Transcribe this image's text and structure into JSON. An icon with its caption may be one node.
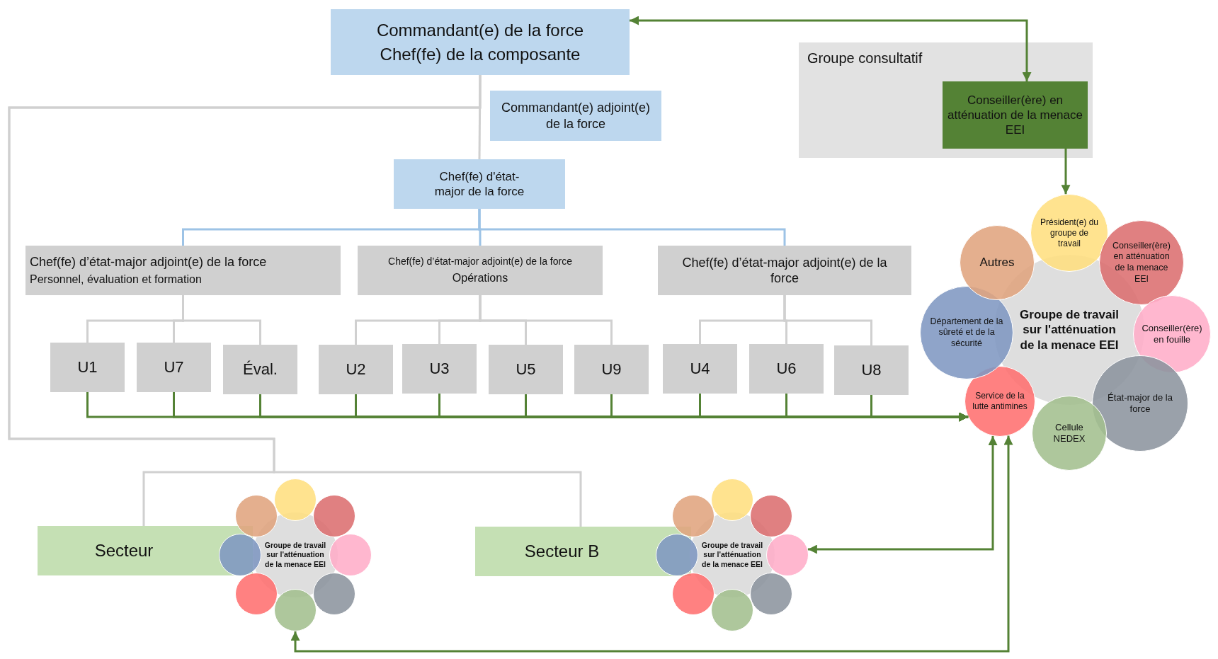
{
  "diagram": {
    "nodes": [
      {
        "text": [
          "Commandant(e) de la force",
          "Chef(fe) de la composante"
        ]
      },
      {
        "text": [
          "Commandant(e) adjoint(e) de la force"
        ]
      },
      {
        "text": [
          "Chef(fe) d'état-major de la force"
        ]
      },
      {
        "text": [
          "Chef(fe) d’état-major adjoint(e) de la force",
          "Personnel, évaluation et formation"
        ]
      },
      {
        "text": [
          "Chef(fe) d’état-major adjoint(e) de la force",
          "Opérations"
        ]
      },
      {
        "text": [
          "Chef(fe) d’état-major adjoint(e) de la force"
        ]
      },
      {
        "text": [
          "U1"
        ]
      },
      {
        "text": [
          "U7"
        ]
      },
      {
        "text": [
          "Éval."
        ]
      },
      {
        "text": [
          "U2"
        ]
      },
      {
        "text": [
          "U3"
        ]
      },
      {
        "text": [
          "U5"
        ]
      },
      {
        "text": [
          "U9"
        ]
      },
      {
        "text": [
          "U4"
        ]
      },
      {
        "text": [
          "U6"
        ]
      },
      {
        "text": [
          "U8"
        ]
      },
      {
        "text": [
          "Groupe consultatif"
        ]
      },
      {
        "text": [
          "Conseiller(ère) en atténuation de la menace EEI"
        ],
        "in": 16
      },
      {
        "text": [
          "Groupe de travail sur l'atténuation de la menace EEI"
        ]
      },
      {
        "text": [
          "Président(e) du groupe de travail"
        ]
      },
      {
        "text": [
          "Conseiller(ère) en atténuation de la menace EEI"
        ]
      },
      {
        "text": [
          "Conseiller(ère) en fouille"
        ]
      },
      {
        "text": [
          "État-major de la force"
        ]
      },
      {
        "text": [
          "Cellule NEDEX"
        ]
      },
      {
        "text": [
          "Service de la lutte antimines"
        ]
      },
      {
        "text": [
          "Département de la sûreté et de la sécurité"
        ]
      },
      {
        "text": [
          "Autres"
        ]
      },
      {
        "text": [
          "Secteur"
        ]
      },
      {
        "text": [
          "Groupe de travail sur l'atténuation de la menace EEI"
        ]
      },
      {
        "text": [],
        "shape": "circle"
      },
      {
        "text": [],
        "shape": "circle"
      },
      {
        "text": [],
        "shape": "circle"
      },
      {
        "text": [],
        "shape": "circle"
      },
      {
        "text": [],
        "shape": "circle"
      },
      {
        "text": [],
        "shape": "circle"
      },
      {
        "text": [],
        "shape": "circle"
      },
      {
        "text": [],
        "shape": "circle"
      },
      {
        "text": [
          "Secteur B"
        ]
      },
      {
        "text": [
          "Groupe de travail sur l'atténuation de la menace EEI"
        ]
      },
      {
        "text": [],
        "shape": "circle"
      },
      {
        "text": [],
        "shape": "circle"
      },
      {
        "text": [],
        "shape": "circle"
      },
      {
        "text": [],
        "shape": "circle"
      },
      {
        "text": [],
        "shape": "circle"
      },
      {
        "text": [],
        "shape": "circle"
      },
      {
        "text": [],
        "shape": "circle"
      },
      {
        "text": [],
        "shape": "circle"
      }
    ],
    "edges": [
      {
        "from": 0,
        "to": 2,
        "arrow": "none",
        "color": "#d0d0d0"
      },
      {
        "from": 0,
        "to": 27,
        "arrow": "none",
        "color": "#d0d0d0"
      },
      {
        "from": 0,
        "to": 37,
        "arrow": "none",
        "color": "#d0d0d0"
      },
      {
        "from": 2,
        "to": 3,
        "arrow": "none",
        "color": "#9dc3e6"
      },
      {
        "from": 2,
        "to": 4,
        "arrow": "none",
        "color": "#9dc3e6"
      },
      {
        "from": 2,
        "to": 5,
        "arrow": "none",
        "color": "#9dc3e6"
      },
      {
        "from": 3,
        "to": 6,
        "arrow": "none",
        "color": "#d0d0d0"
      },
      {
        "from": 3,
        "to": 7,
        "arrow": "none",
        "color": "#d0d0d0"
      },
      {
        "from": 3,
        "to": 8,
        "arrow": "none",
        "color": "#d0d0d0"
      },
      {
        "from": 4,
        "to": 9,
        "arrow": "none",
        "color": "#d0d0d0"
      },
      {
        "from": 4,
        "to": 10,
        "arrow": "none",
        "color": "#d0d0d0"
      },
      {
        "from": 4,
        "to": 11,
        "arrow": "none",
        "color": "#d0d0d0"
      },
      {
        "from": 4,
        "to": 12,
        "arrow": "none",
        "color": "#d0d0d0"
      },
      {
        "from": 5,
        "to": 13,
        "arrow": "none",
        "color": "#d0d0d0"
      },
      {
        "from": 5,
        "to": 14,
        "arrow": "none",
        "color": "#d0d0d0"
      },
      {
        "from": 5,
        "to": 15,
        "arrow": "none",
        "color": "#d0d0d0"
      },
      {
        "from": 6,
        "to": 24,
        "arrow": "to"
      },
      {
        "from": 7,
        "to": 24,
        "arrow": "to"
      },
      {
        "from": 8,
        "to": 24,
        "arrow": "to"
      },
      {
        "from": 9,
        "to": 24,
        "arrow": "to"
      },
      {
        "from": 10,
        "to": 24,
        "arrow": "to"
      },
      {
        "from": 11,
        "to": 24,
        "arrow": "to"
      },
      {
        "from": 12,
        "to": 24,
        "arrow": "to"
      },
      {
        "from": 13,
        "to": 24,
        "arrow": "to"
      },
      {
        "from": 14,
        "to": 24,
        "arrow": "to"
      },
      {
        "from": 15,
        "to": 24,
        "arrow": "to"
      },
      {
        "from": 17,
        "to": 0,
        "arrow": "both"
      },
      {
        "from": 17,
        "to": 19,
        "arrow": "to"
      },
      {
        "from": 24,
        "to": 41,
        "arrow": "both"
      },
      {
        "from": 24,
        "to": 33,
        "arrow": "both"
      }
    ]
  }
}
